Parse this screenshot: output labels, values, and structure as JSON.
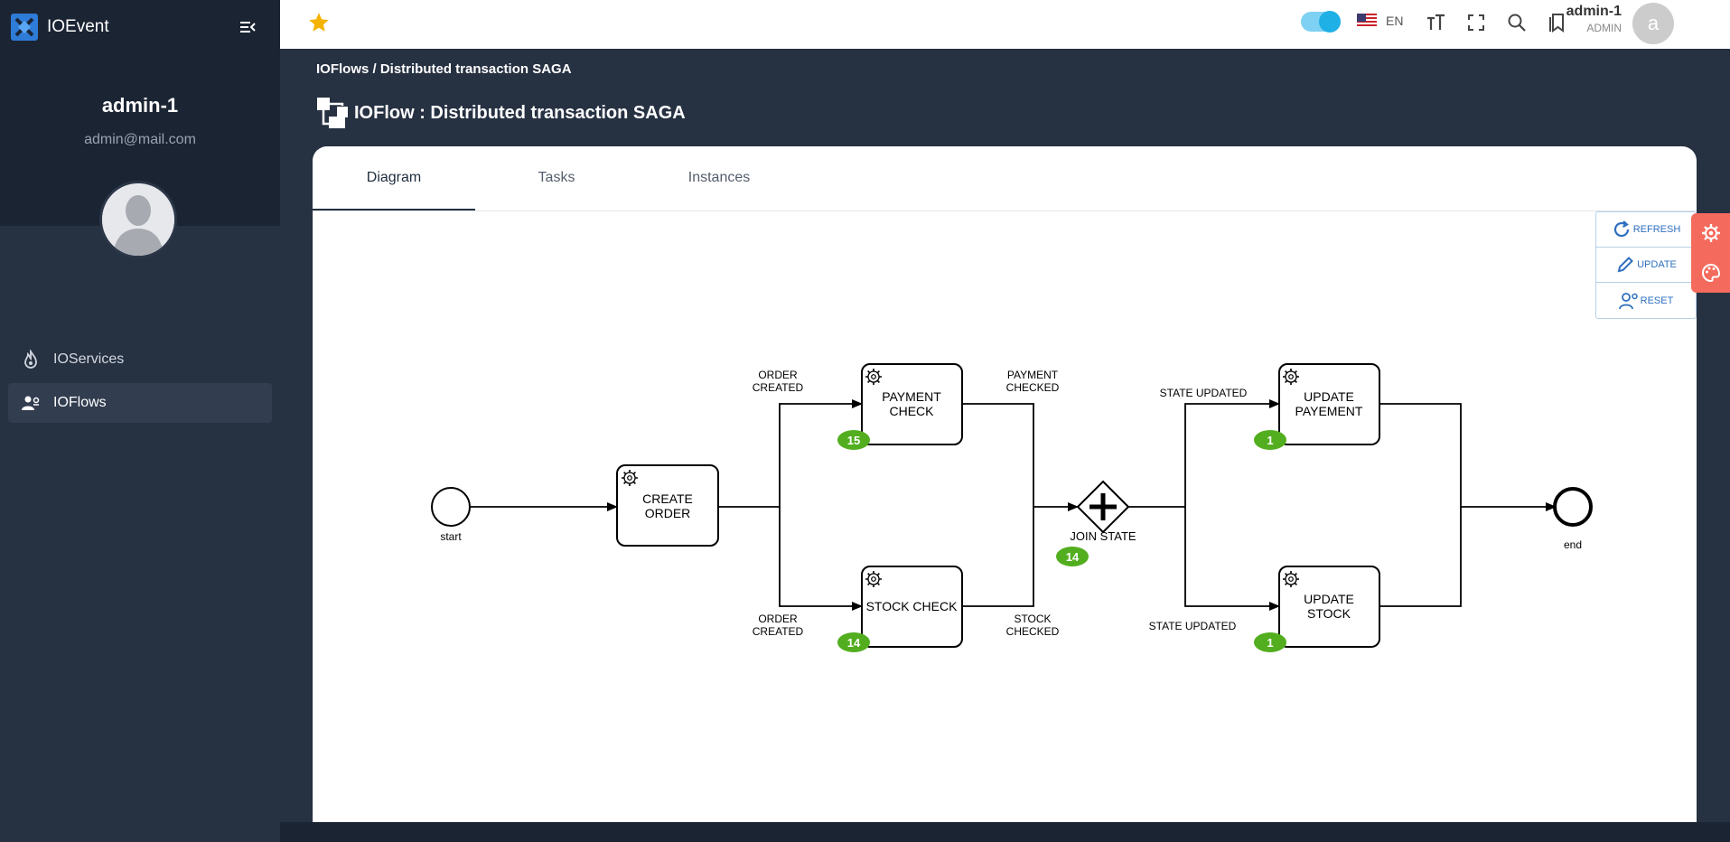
{
  "app": {
    "name": "IOEvent"
  },
  "profile": {
    "name": "admin-1",
    "email": "admin@mail.com"
  },
  "nav": {
    "items": [
      {
        "label": "IOServices"
      },
      {
        "label": "IOFlows"
      }
    ]
  },
  "topbar": {
    "lang": "EN",
    "user_name": "admin-1",
    "user_role": "ADMIN",
    "avatar_letter": "a"
  },
  "header": {
    "breadcrumb": "IOFlows / Distributed transaction SAGA",
    "title": "IOFlow : Distributed transaction SAGA"
  },
  "tabs": [
    {
      "label": "Diagram"
    },
    {
      "label": "Tasks"
    },
    {
      "label": "Instances"
    }
  ],
  "tools": {
    "refresh": "REFRESH",
    "update": "UPDATE",
    "reset": "RESET"
  },
  "diagram": {
    "start_label": "start",
    "end_label": "end",
    "create_order": [
      "CREATE",
      "ORDER"
    ],
    "payment_check": [
      "PAYMENT",
      "CHECK"
    ],
    "stock_check": "STOCK CHECK",
    "update_payment": [
      "UPDATE",
      "PAYEMENT"
    ],
    "update_stock": [
      "UPDATE",
      "STOCK"
    ],
    "join_state": "JOIN STATE",
    "flow_order_created_top": [
      "ORDER",
      "CREATED"
    ],
    "flow_order_created_bottom": [
      "ORDER",
      "CREATED"
    ],
    "flow_payment_checked": [
      "PAYMENT",
      "CHECKED"
    ],
    "flow_stock_checked": [
      "STOCK",
      "CHECKED"
    ],
    "flow_state_updated_top": "STATE UPDATED",
    "flow_state_updated_bottom": "STATE UPDATED",
    "badges": {
      "payment_check": "15",
      "stock_check": "14",
      "join_state": "14",
      "update_payment": "1",
      "update_stock": "1"
    },
    "badge_color": "#52ae1f"
  }
}
